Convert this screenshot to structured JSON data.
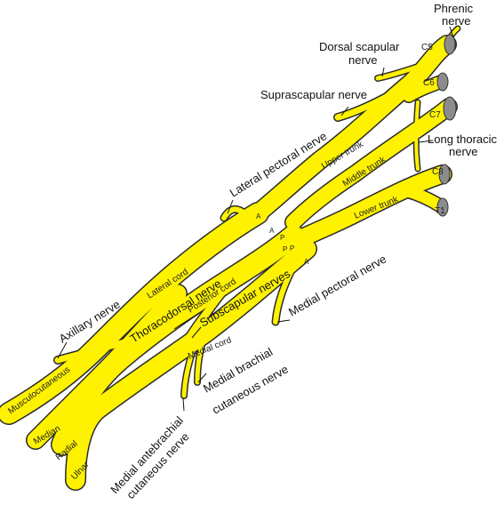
{
  "colors": {
    "nerve": "#fff200",
    "outline": "#2b2b2b",
    "root": "#8c8c8c",
    "background": "#ffffff"
  },
  "labels": {
    "phrenic": [
      "Phrenic",
      "nerve"
    ],
    "dorsal_scapular": [
      "Dorsal scapular",
      "nerve"
    ],
    "suprascapular": "Suprascapular nerve",
    "long_thoracic": [
      "Long thoracic",
      "nerve"
    ],
    "lateral_pectoral": "Lateral pectoral nerve",
    "medial_pectoral": "Medial pectoral nerve",
    "axillary": "Axillary nerve",
    "thoracodorsal": "Thoracodorsal nerve",
    "subscapular": "Subscapular nerves",
    "medial_brachial": [
      "Medial brachial",
      "cutaneous nerve"
    ],
    "medial_antebrachial": [
      "Medial antebrachial",
      "cutaneous nerve"
    ]
  },
  "roots": [
    "C5",
    "C6",
    "C7",
    "C8",
    "T1"
  ],
  "inner": {
    "upper_trunk": "Upper trunk",
    "middle_trunk": "Middle trunk",
    "lower_trunk": "Lower trunk",
    "lateral_cord": "Lateral cord",
    "posterior_cord": "Posterior cord",
    "medial_cord": "Medial cord",
    "musculocutaneous": "Musculocutaneous",
    "median": "Median",
    "radial": "Radial",
    "ulnar": "Ulnar"
  },
  "divisions": [
    "A",
    "A",
    "P",
    "P",
    "P",
    "A"
  ]
}
